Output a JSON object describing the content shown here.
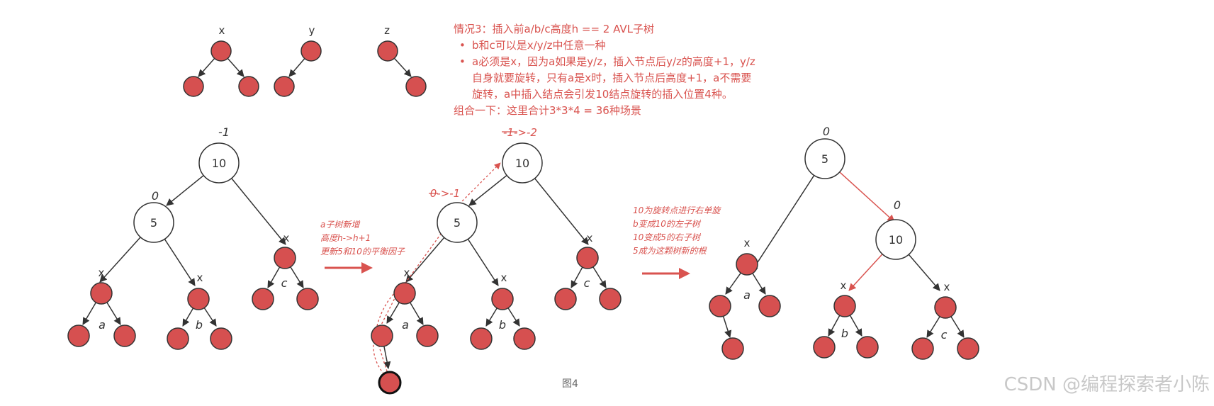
{
  "mini_labels": [
    "x",
    "y",
    "z"
  ],
  "notes": {
    "line1": "情况3：插入前a/b/c高度h == 2 AVL子树",
    "bullet1": "b和c可以是x/y/z中任意一种",
    "bullet2": "a必须是x，因为a如果是y/z，插入节点后y/z的高度+1，y/z",
    "bullet2_cont1": "自身就要旋转，只有a是x时，插入节点后高度+1，a不需要",
    "bullet2_cont2": "旋转，a中插入结点会引发10结点旋转的插入位置4种。",
    "summary": "组合一下：这里合计3*3*4 = 36种场景"
  },
  "tree1": {
    "root": "10",
    "root_bf": "-1",
    "left": "5",
    "left_bf": "0",
    "x": "x",
    "a": "a",
    "b": "b",
    "c": "c"
  },
  "tree2": {
    "root": "10",
    "root_bf": "-1->-2",
    "left": "5",
    "left_bf": "0->-1",
    "x": "x",
    "a": "a",
    "b": "b",
    "c": "c"
  },
  "tree3": {
    "root": "5",
    "root_bf": "0",
    "right": "10",
    "right_bf": "0",
    "x": "x",
    "a": "a",
    "b": "b",
    "c": "c"
  },
  "arrow1_text": [
    "a子树新增",
    "高度h->h+1",
    "更新5和10的平衡因子"
  ],
  "arrow2_text": [
    "10为旋转点进行右单旋",
    "b变成10的左子树",
    "10变成5的右子树",
    "5成为这颗树新的根"
  ],
  "caption": "图4",
  "watermark": "CSDN @编程探索者小陈",
  "colors": {
    "node_fill": "#d65050",
    "accent": "#d9534f",
    "line": "#333333"
  }
}
